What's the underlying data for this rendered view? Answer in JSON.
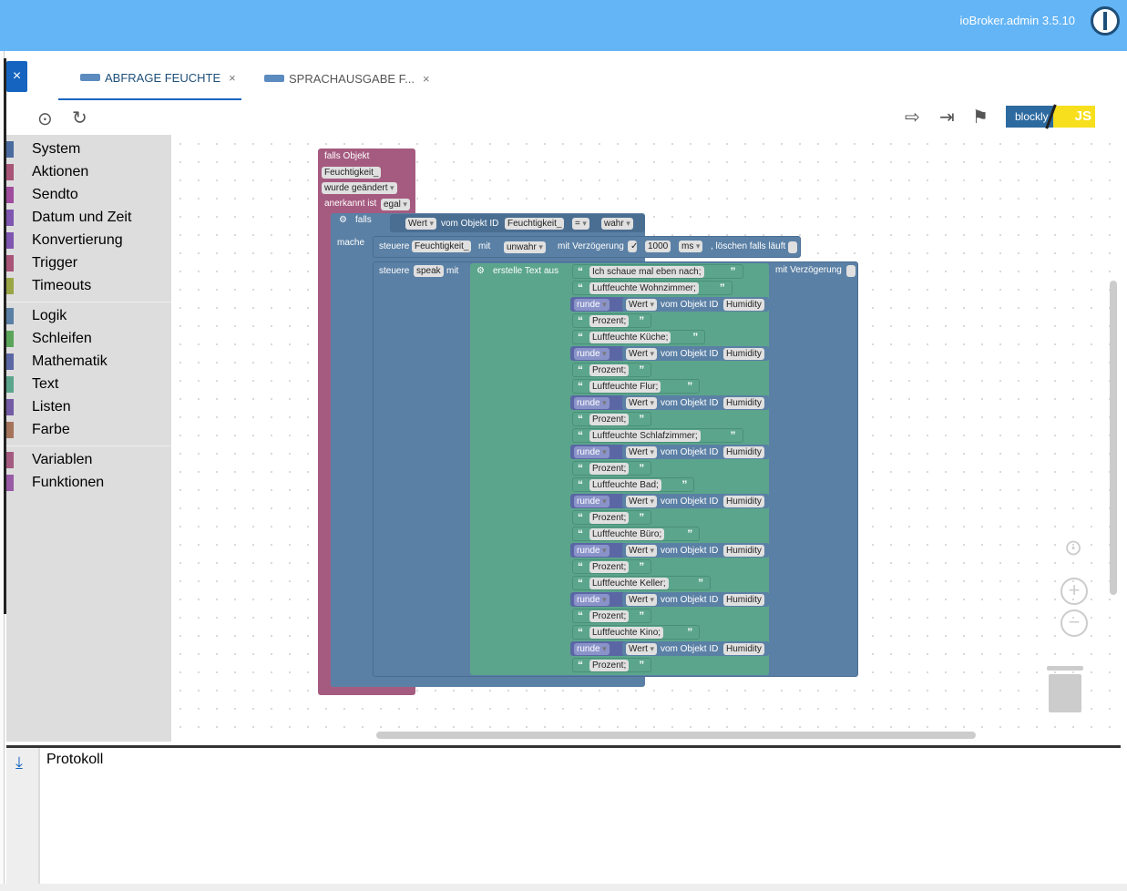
{
  "header": {
    "version": "ioBroker.admin 3.5.10",
    "logo_icon": "power-icon"
  },
  "tabs": [
    {
      "label": "ABFRAGE FEUCHTE",
      "close": "×",
      "active": true
    },
    {
      "label": "SPRACHAUSGABE F...",
      "close": "×",
      "active": false
    }
  ],
  "close_all": "×",
  "toolbar": {
    "locate_icon": "target-icon",
    "reload_icon": "refresh-icon",
    "export_icon": "export-icon",
    "import_icon": "import-icon",
    "flag_icon": "checkered-flag-icon",
    "blockly_label": "blockly",
    "js_label": "JS"
  },
  "categories": [
    {
      "label": "System",
      "color": "#4a6b9e"
    },
    {
      "label": "Aktionen",
      "color": "#a85577"
    },
    {
      "label": "Sendto",
      "color": "#a04d9d"
    },
    {
      "label": "Datum und Zeit",
      "color": "#7f56b0"
    },
    {
      "label": "Konvertierung",
      "color": "#7f56b0"
    },
    {
      "label": "Trigger",
      "color": "#a85577"
    },
    {
      "label": "Timeouts",
      "color": "#9aa646"
    },
    {
      "label": "Logik",
      "color": "#5b80a5"
    },
    {
      "label": "Schleifen",
      "color": "#5ba55b"
    },
    {
      "label": "Mathematik",
      "color": "#5b67a5"
    },
    {
      "label": "Text",
      "color": "#5ba58c"
    },
    {
      "label": "Listen",
      "color": "#745ba5"
    },
    {
      "label": "Farbe",
      "color": "#a5745b"
    },
    {
      "label": "Variablen",
      "color": "#a55b80"
    },
    {
      "label": "Funktionen",
      "color": "#995ba5"
    }
  ],
  "blocks": {
    "trigger": {
      "title": "falls Objekt",
      "object": "Feuchtigkeit_",
      "changed": "wurde geändert",
      "ack_label": "anerkannt ist",
      "ack_value": "egal"
    },
    "if_block": {
      "label": "falls",
      "do_label": "mache",
      "value": "Wert",
      "from_id": "vom Objekt ID",
      "object": "Feuchtigkeit_",
      "op": "=",
      "bool": "wahr"
    },
    "control1": {
      "label": "steuere",
      "object": "Feuchtigkeit_",
      "with": "mit",
      "value": "unwahr",
      "delay_label": "mit Verzögerung",
      "delay": "1000",
      "unit": "ms",
      "clear": ", löschen falls läuft"
    },
    "control2": {
      "label": "steuere",
      "object": "speak",
      "with": "mit",
      "create_text": "erstelle Text aus",
      "delay_label": "mit Verzögerung"
    },
    "texts": [
      "Ich schaue mal eben nach;",
      "Luftfeuchte Wohnzimmer;",
      "Prozent;",
      "Luftfeuchte Küche;",
      "Prozent;",
      "Luftfeuchte Flur;",
      "Prozent;",
      "Luftfeuchte Schlafzimmer;",
      "Prozent;",
      "Luftfeuchte Bad;",
      "Prozent;",
      "Luftfeuchte Büro;",
      "Prozent;",
      "Luftfeuchte Keller;",
      "Prozent;",
      "Luftfeuchte Kino;",
      "Prozent;"
    ],
    "round_label": "runde",
    "value_label": "Wert",
    "from_id": "vom Objekt ID",
    "humidity": "Humidity"
  },
  "log": {
    "title": "Protokoll"
  }
}
